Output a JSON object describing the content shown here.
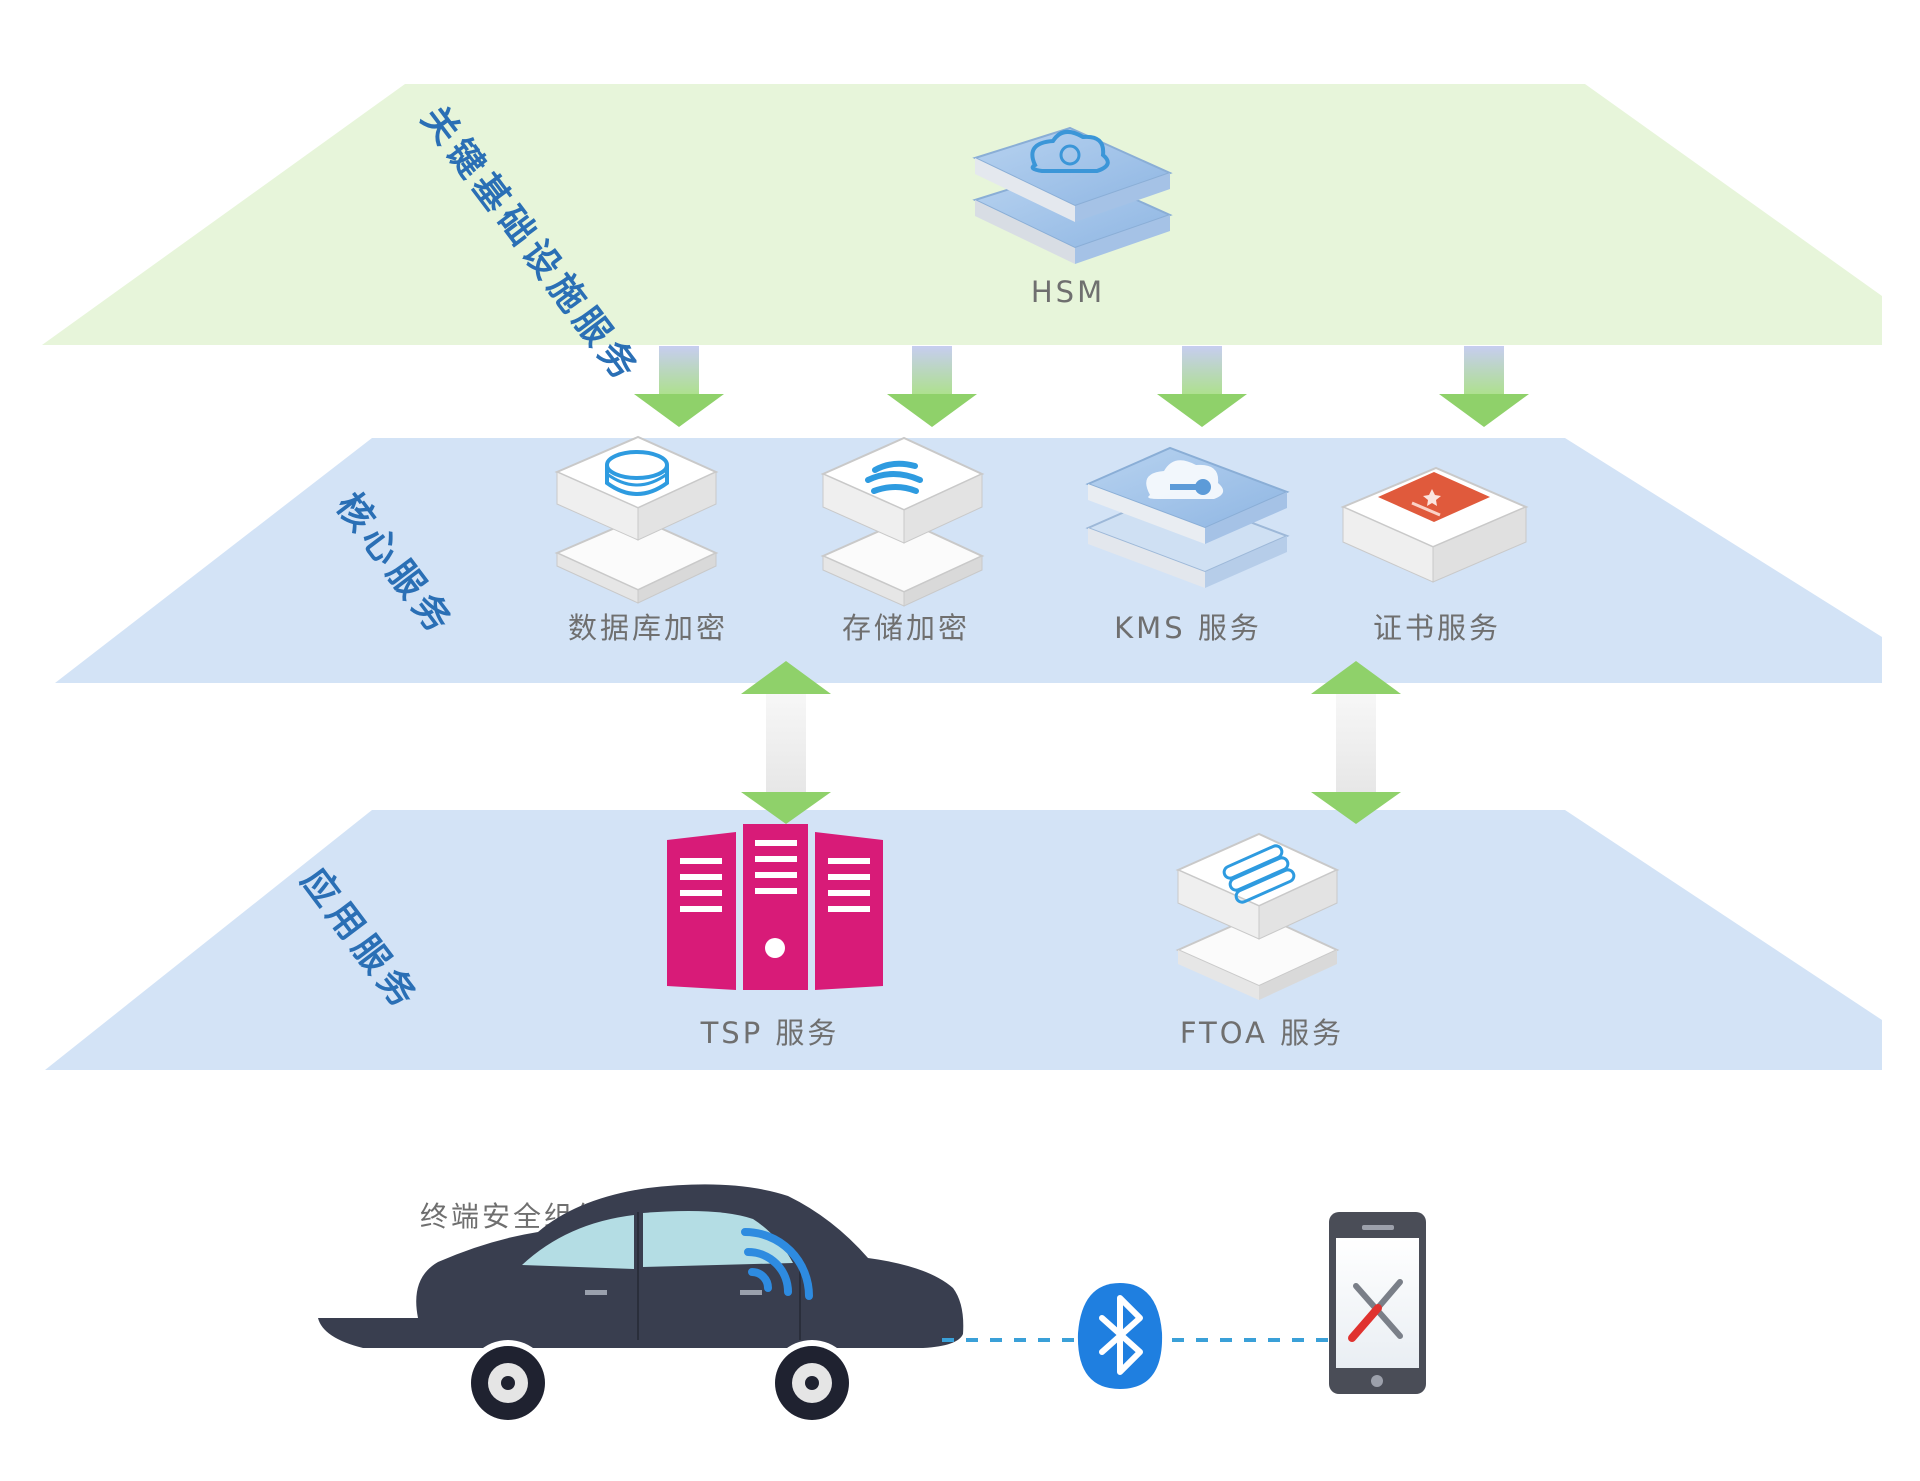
{
  "layers": {
    "infra": {
      "title": "关键基础设施服务",
      "color": "#e7f5da"
    },
    "core": {
      "title": "核心服务",
      "color": "#d3e3f6"
    },
    "app": {
      "title": "应用服务",
      "color": "#d3e3f6"
    }
  },
  "nodes": {
    "hsm": "HSM",
    "db_encrypt": "数据库加密",
    "storage_encrypt": "存储加密",
    "kms": "KMS 服务",
    "cert": "证书服务",
    "tsp": "TSP 服务",
    "ftoa": "FTOA 服务"
  },
  "terminal": {
    "label": "终端安全组件"
  },
  "colors": {
    "arrow_green": "#8fd16a",
    "layer_text": "#2a6fb5",
    "tsp_pink": "#d81b78",
    "cert_red": "#e05a3c",
    "link_dash": "#3aa0d8",
    "bluetooth": "#1f7fe0"
  }
}
